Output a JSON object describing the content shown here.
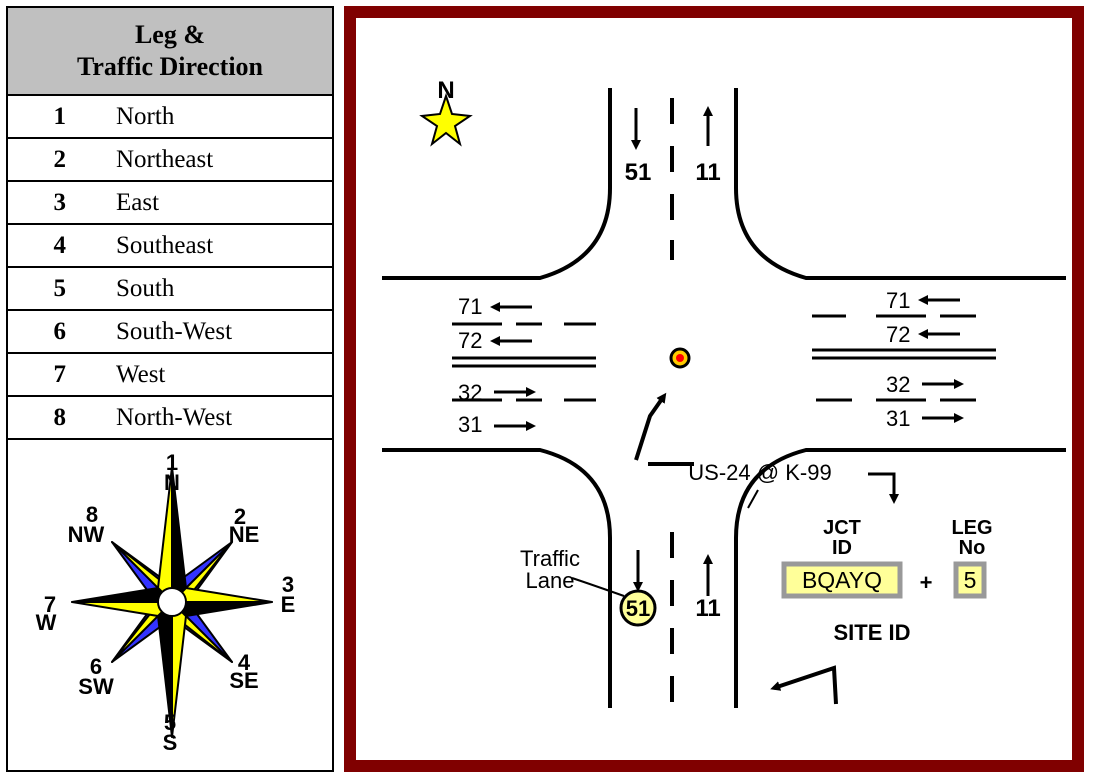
{
  "legend": {
    "title_line1": "Leg &",
    "title_line2": "Traffic Direction",
    "rows": [
      {
        "num": "1",
        "dir": "North"
      },
      {
        "num": "2",
        "dir": "Northeast"
      },
      {
        "num": "3",
        "dir": "East"
      },
      {
        "num": "4",
        "dir": "Southeast"
      },
      {
        "num": "5",
        "dir": "South"
      },
      {
        "num": "6",
        "dir": "South-West"
      },
      {
        "num": "7",
        "dir": "West"
      },
      {
        "num": "8",
        "dir": "North-West"
      }
    ]
  },
  "compass": {
    "n_num": "1",
    "n_abbr": "N",
    "ne_num": "2",
    "ne_abbr": "NE",
    "e_num": "3",
    "e_abbr": "E",
    "se_num": "4",
    "se_abbr": "SE",
    "s_num": "5",
    "s_abbr": "S",
    "sw_num": "6",
    "sw_abbr": "SW",
    "w_num": "7",
    "w_abbr": "W",
    "nw_num": "8",
    "nw_abbr": "NW",
    "colors": {
      "cardinal": "#ffff00",
      "ordinal": "#3333ff",
      "outline": "#000000"
    }
  },
  "diagram": {
    "north_label": "N",
    "north_lanes": {
      "left": "51",
      "right": "11"
    },
    "south_lanes": {
      "left": "51",
      "right": "11"
    },
    "west_lanes": {
      "top1": "71",
      "top2": "72",
      "bot1": "32",
      "bot2": "31"
    },
    "east_lanes": {
      "top1": "71",
      "top2": "72",
      "bot1": "32",
      "bot2": "31"
    },
    "junction_label": "US-24 @ K-99",
    "jct_id_label_1": "JCT",
    "jct_id_label_2": "ID",
    "leg_no_label_1": "LEG",
    "leg_no_label_2": "No",
    "jct_id_value": "BQAYQ",
    "plus": "+",
    "leg_no_value": "5",
    "site_id_label": "SITE ID",
    "traffic_lane_label_1": "Traffic",
    "traffic_lane_label_2": "Lane",
    "colors": {
      "frame": "#800000",
      "highlight": "#ffff99",
      "box": "#999999",
      "star": "#ffff00"
    }
  }
}
